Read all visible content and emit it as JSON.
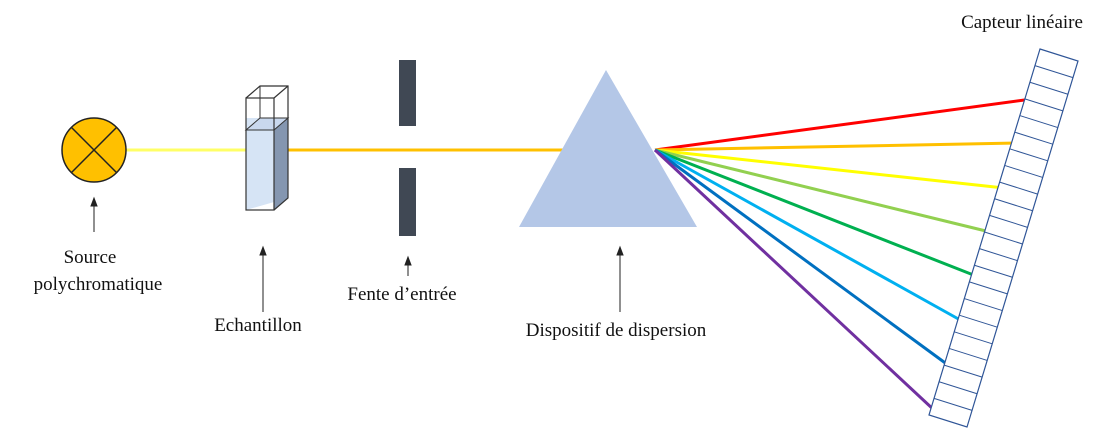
{
  "labels": {
    "source": [
      "Source",
      "polychromatique"
    ],
    "sample": "Echantillon",
    "slit": "Fente d’entrée",
    "dispersion": "Dispositif de dispersion",
    "sensor": "Capteur linéaire"
  },
  "colors": {
    "lamp_fill": "#ffc000",
    "beam_yellow": "#ffff66",
    "beam_orange": "#ffc000",
    "cuvette_liquid": "#d6e4f5",
    "cuvette_side": "#8496b0",
    "slit_blade": "#404854",
    "prism_fill": "#b4c7e7",
    "prism_stroke": "#8faadc",
    "sensor_stroke": "#2f5597"
  },
  "spectrum_colors": [
    "#ff0000",
    "#ffc000",
    "#ffff00",
    "#92d050",
    "#00b050",
    "#00b0f0",
    "#0070c0",
    "#7030a0"
  ]
}
